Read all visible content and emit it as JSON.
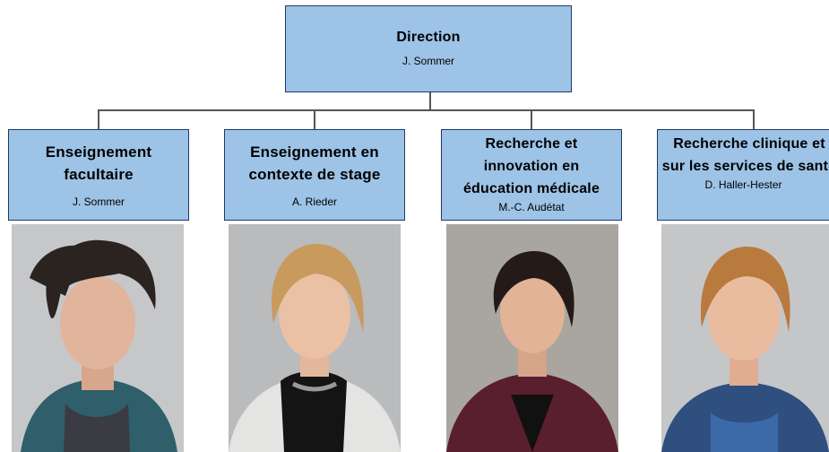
{
  "root": {
    "title": "Direction",
    "name": "J. Sommer"
  },
  "units": [
    {
      "title": "Enseignement facultaire",
      "name": "J. Sommer"
    },
    {
      "title": "Enseignement en contexte de stage",
      "name": "A. Rieder"
    },
    {
      "title": "Recherche et innovation en éducation médicale",
      "name": "M.-C. Audétat"
    },
    {
      "title": "Recherche clinique et sur les services de santé",
      "name": "D. Haller-Hester"
    }
  ],
  "colors": {
    "box_fill": "#9dc3e6",
    "box_border": "#1f3864"
  }
}
